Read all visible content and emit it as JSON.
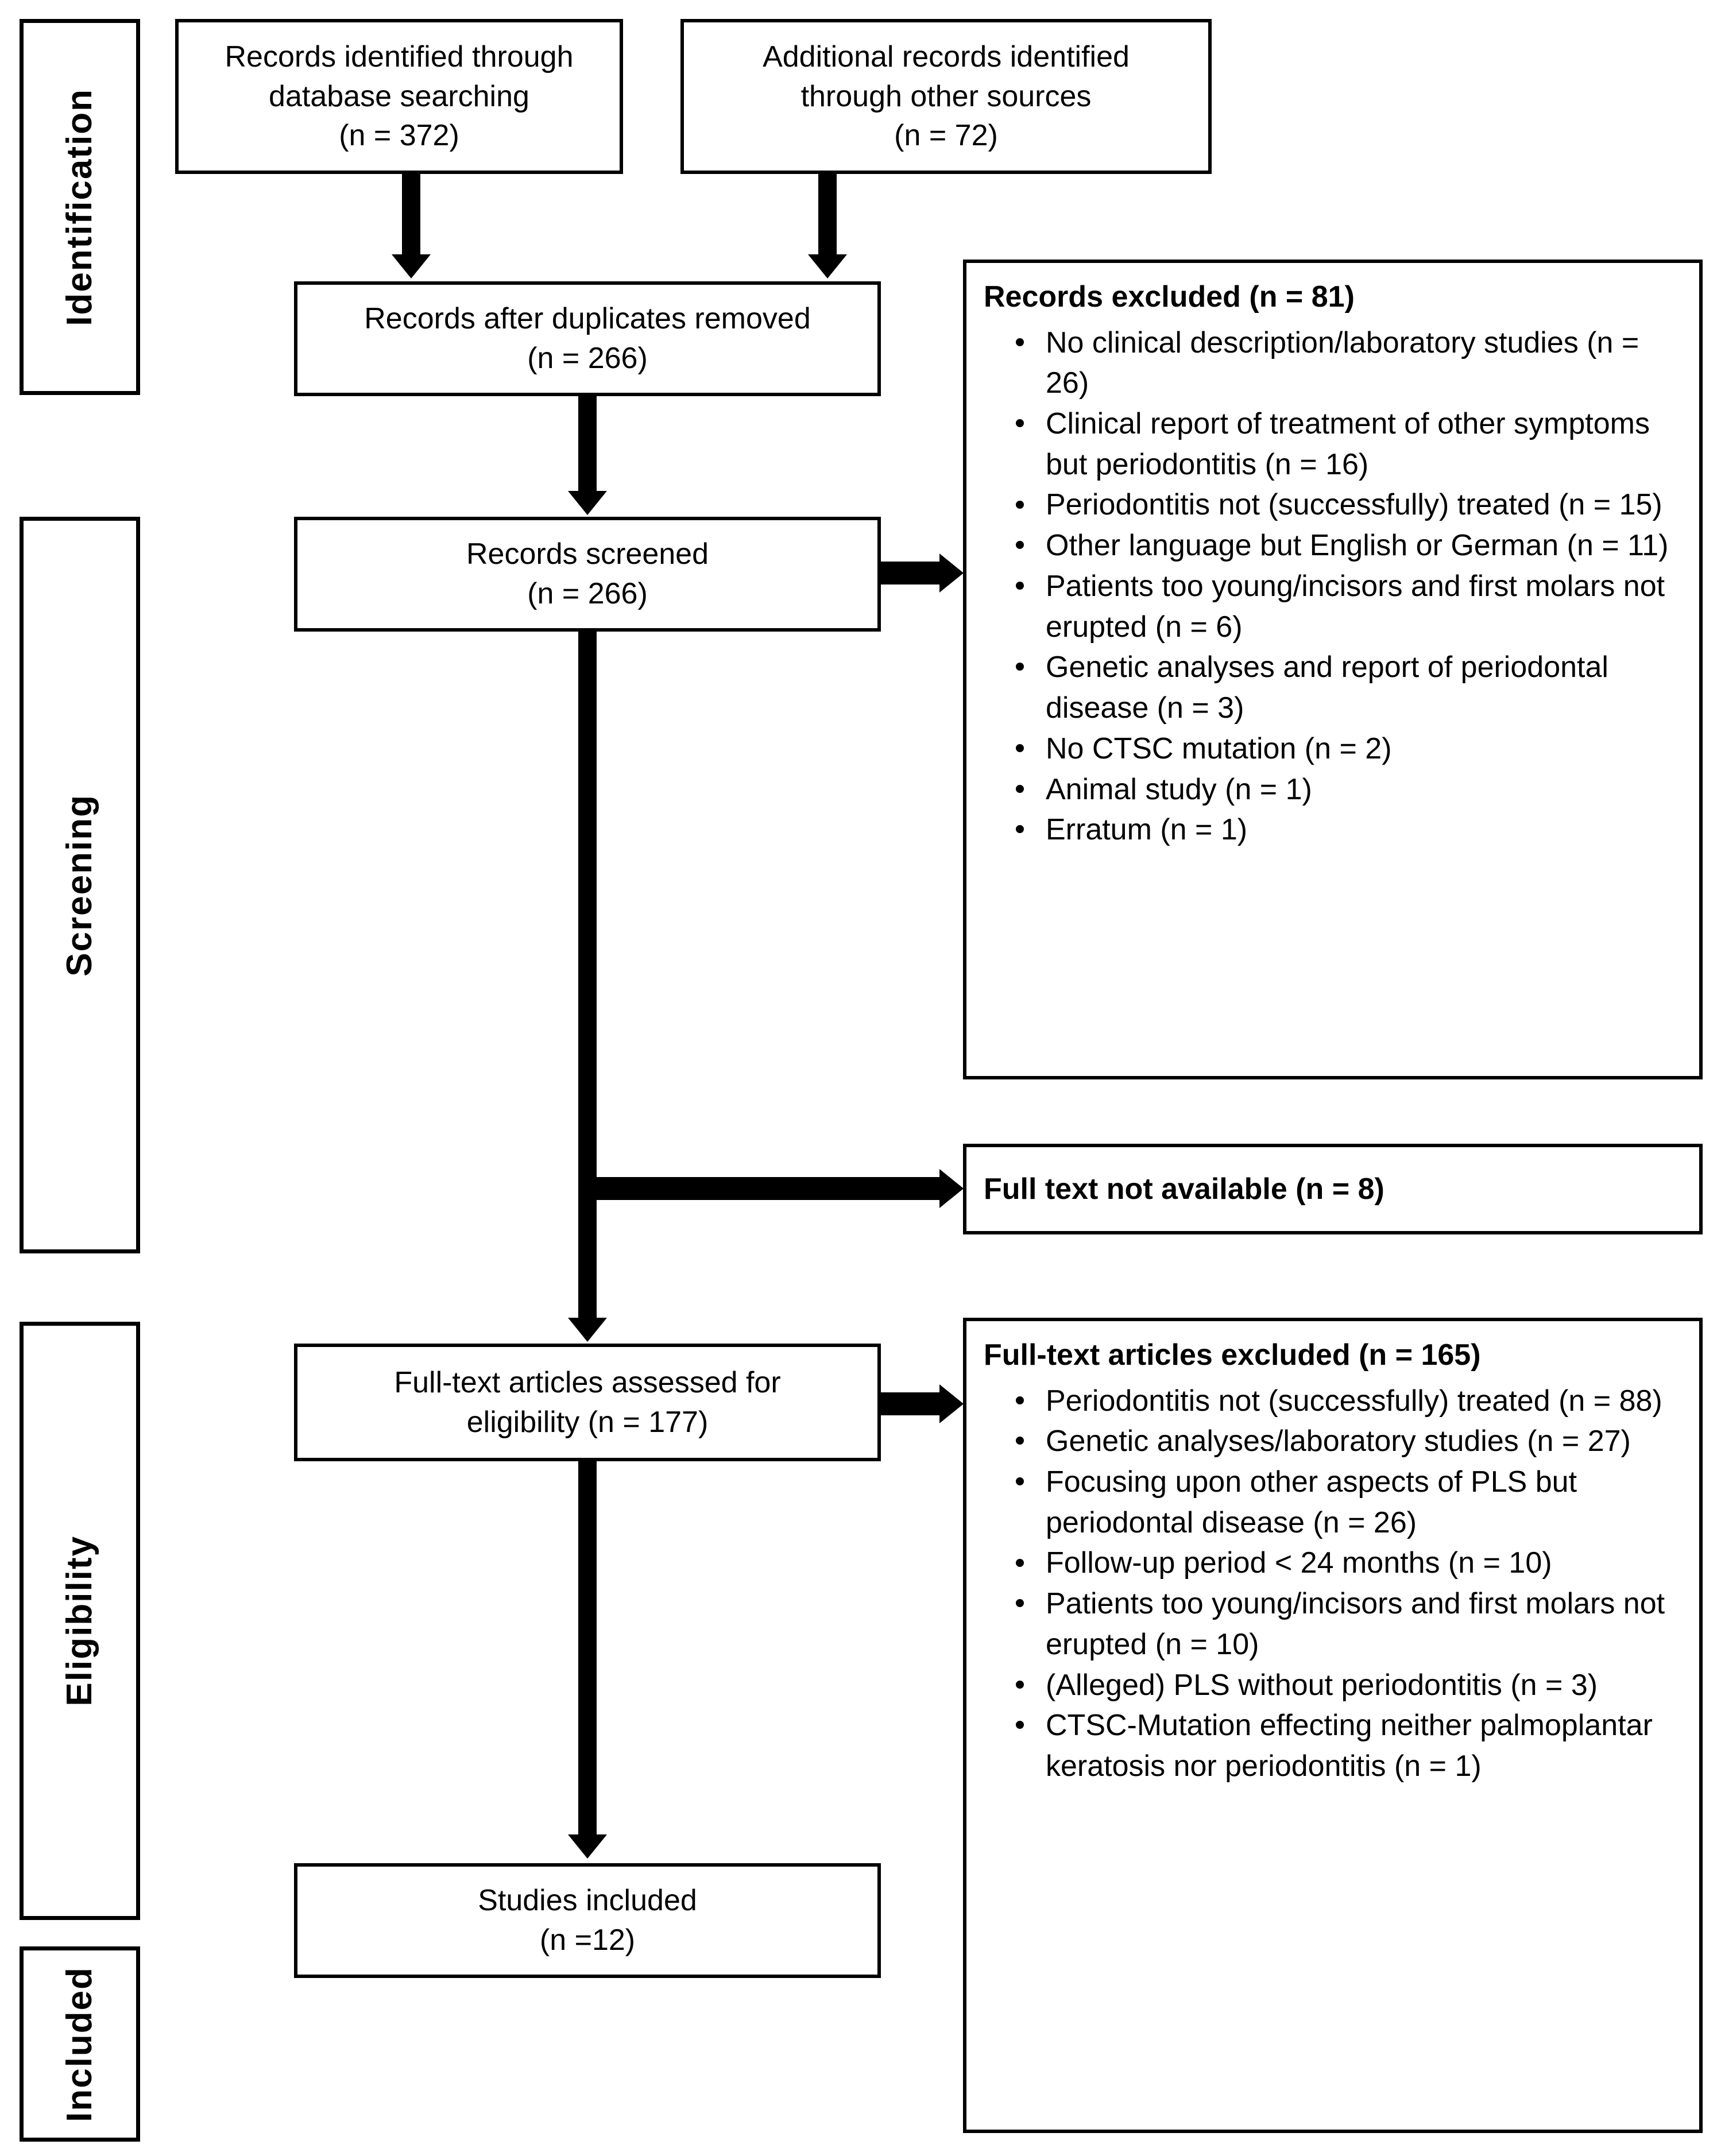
{
  "diagram": {
    "type": "prisma-flow-diagram",
    "stages": [
      {
        "label": "Identification"
      },
      {
        "label": "Screening"
      },
      {
        "label": "Eligibility"
      },
      {
        "label": "Included"
      }
    ],
    "boxes": {
      "records_identified_db": {
        "line1": "Records identified through",
        "line2": "database searching",
        "line3": "(n = 372)",
        "n": 372
      },
      "records_identified_other": {
        "line1": "Additional records identified",
        "line2": "through other sources",
        "line3": "(n = 72)",
        "n": 72
      },
      "records_after_duplicates": {
        "line1": "Records after duplicates removed",
        "line2": "(n = 266)",
        "n": 266
      },
      "records_screened": {
        "line1": "Records screened",
        "line2": "(n = 266)",
        "n": 266
      },
      "full_text_assessed": {
        "line1": "Full-text articles assessed for",
        "line2": "eligibility (n = 177)",
        "n": 177
      },
      "studies_included": {
        "line1": "Studies included",
        "line2": "(n =12)",
        "n": 12
      },
      "full_text_not_available": {
        "text": "Full text not available (n = 8)",
        "n": 8
      }
    },
    "records_excluded": {
      "title": "Records excluded (n = 81)",
      "n": 81,
      "items": [
        {
          "text": "No clinical description/laboratory studies (n = 26)",
          "n": 26
        },
        {
          "text": "Clinical report of treatment of other symptoms but periodontitis (n = 16)",
          "n": 16
        },
        {
          "text": "Periodontitis not (successfully) treated (n = 15)",
          "n": 15
        },
        {
          "text": "Other language but English or German (n = 11)",
          "n": 11
        },
        {
          "text": "Patients too young/incisors and first molars not erupted  (n = 6)",
          "n": 6
        },
        {
          "text": "Genetic analyses and report of periodontal disease (n = 3)",
          "n": 3
        },
        {
          "text": "No CTSC mutation (n = 2)",
          "n": 2
        },
        {
          "text": "Animal study (n = 1)",
          "n": 1
        },
        {
          "text": "Erratum (n = 1)",
          "n": 1
        }
      ]
    },
    "fulltext_excluded": {
      "title": "Full-text articles excluded (n = 165)",
      "n": 165,
      "items": [
        {
          "text": "Periodontitis not (successfully) treated (n = 88)",
          "n": 88
        },
        {
          "text": "Genetic analyses/laboratory studies (n = 27)",
          "n": 27
        },
        {
          "text": "Focusing upon other aspects of PLS but periodontal disease (n = 26)",
          "n": 26
        },
        {
          "text": "Follow-up period < 24 months (n = 10)",
          "n": 10
        },
        {
          "text": "Patients too young/incisors and first molars not erupted (n = 10)",
          "n": 10
        },
        {
          "text": "(Alleged) PLS without periodontitis (n = 3)",
          "n": 3
        },
        {
          "text": "CTSC-Mutation effecting neither palmoplantar keratosis nor periodontitis (n = 1)",
          "n": 1
        }
      ]
    },
    "colors": {
      "stroke": "#000000",
      "background": "#ffffff",
      "text": "#000000"
    }
  }
}
